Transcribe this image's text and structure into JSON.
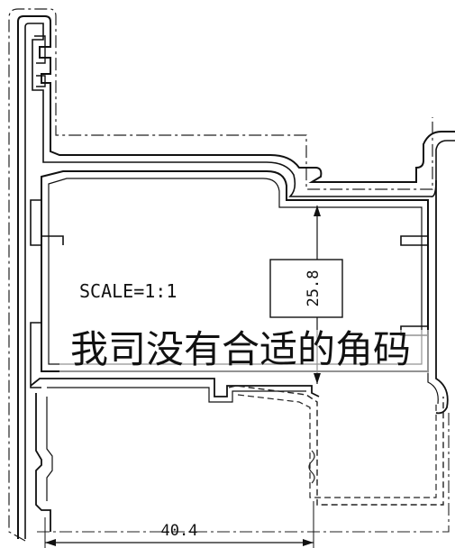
{
  "drawing": {
    "scale_label": "SCALE=1:1",
    "annotation": "我司没有合适的角码",
    "dimensions": {
      "vertical": "25.8",
      "horizontal": "40.4"
    }
  }
}
